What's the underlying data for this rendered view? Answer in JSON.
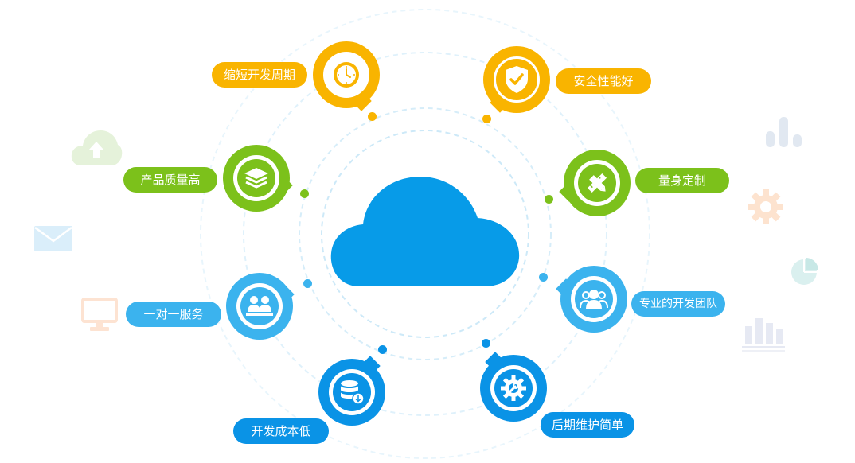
{
  "colors": {
    "yellow": "#f9b400",
    "green": "#7cc11b",
    "lightblue": "#3bb3ee",
    "blue": "#0a93e6",
    "cloud": "#079be8",
    "ring": "#cde9f8"
  },
  "center": {
    "icon": "cloud-icon"
  },
  "features": {
    "f1": {
      "label": "缩短开发周期",
      "icon": "clock-icon"
    },
    "f2": {
      "label": "安全性能好",
      "icon": "shield-check-icon"
    },
    "f3": {
      "label": "产品质量高",
      "icon": "layers-icon"
    },
    "f4": {
      "label": "量身定制",
      "icon": "pencil-ruler-icon"
    },
    "f5": {
      "label": "一对一服务",
      "icon": "people-desk-icon"
    },
    "f6": {
      "label": "专业的开发团队",
      "icon": "team-icon"
    },
    "f7": {
      "label": "开发成本低",
      "icon": "database-download-icon"
    },
    "f8": {
      "label": "后期维护简单",
      "icon": "gear-wrench-icon"
    }
  },
  "decorations": [
    "cloud-upload-icon",
    "mail-icon",
    "monitor-icon",
    "bar-chart-icon",
    "gear-icon",
    "pie-chart-icon",
    "bar-chart-grid-icon"
  ]
}
